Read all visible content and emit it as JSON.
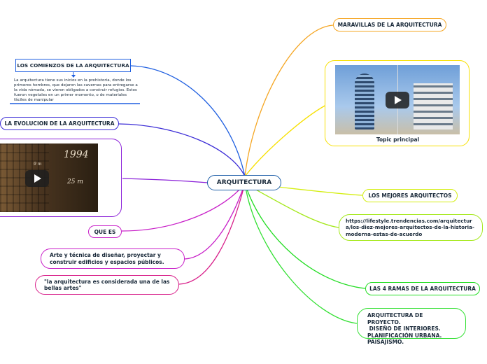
{
  "central": {
    "label": "ARQUITECTURA"
  },
  "right": {
    "maravillas": "MARAVILLAS DE LA ARQUITECTURA",
    "topic_caption": "Topic principal",
    "mejores": "LOS MEJORES ARQUITECTOS",
    "url": "https://lifestyle.trendencias.com/arquitectura/los-diez-mejores-arquitectos-de-la-historia-moderna-estas-de-acuerdo",
    "ramas": "LAS 4 RAMAS DE LA ARQUITECTURA",
    "ramas_items": [
      "ARQUITECTURA DE PROYECTO.",
      " DISEÑO DE INTERIORES.",
      "PLANIFICACIÓN URBANA.",
      "PAISAJISMO."
    ]
  },
  "left": {
    "comienzos": "LOS COMIENZOS DE LA ARQUITECTURA",
    "comienzos_text": "La arquitectura tiene sus inicios en la prehistoria, donde los primeros hombres, que dejaron las cavernas para entregarse a la vida nómada, se vieron obligados a construir refugios. Estos fueron vegetales en un primer momento, o de materiales fáciles de manipular",
    "evolucion": "LA EVOLUCION DE LA ARQUITECTURA",
    "video_year": "1994",
    "video_m1": "9 m",
    "video_m2": "25 m",
    "quees": "QUE ES",
    "arte": "Arte y técnica de diseñar, proyectar y construir edificios y espacios públicos.",
    "bellas": "\"la arquitectura es considerada una de las bellas artes\""
  },
  "colors": {
    "orange": "#f5a623",
    "yellow": "#f7e000",
    "yellow_green": "#d4ee10",
    "lime": "#a4e81a",
    "green": "#22dd22",
    "green2": "#33e033",
    "blue": "#1f5fe0",
    "indigo": "#3a2bd6",
    "purple": "#8a1fd8",
    "magenta": "#c81fc8",
    "pink": "#d81f8a",
    "central": "#1f5fa8"
  }
}
